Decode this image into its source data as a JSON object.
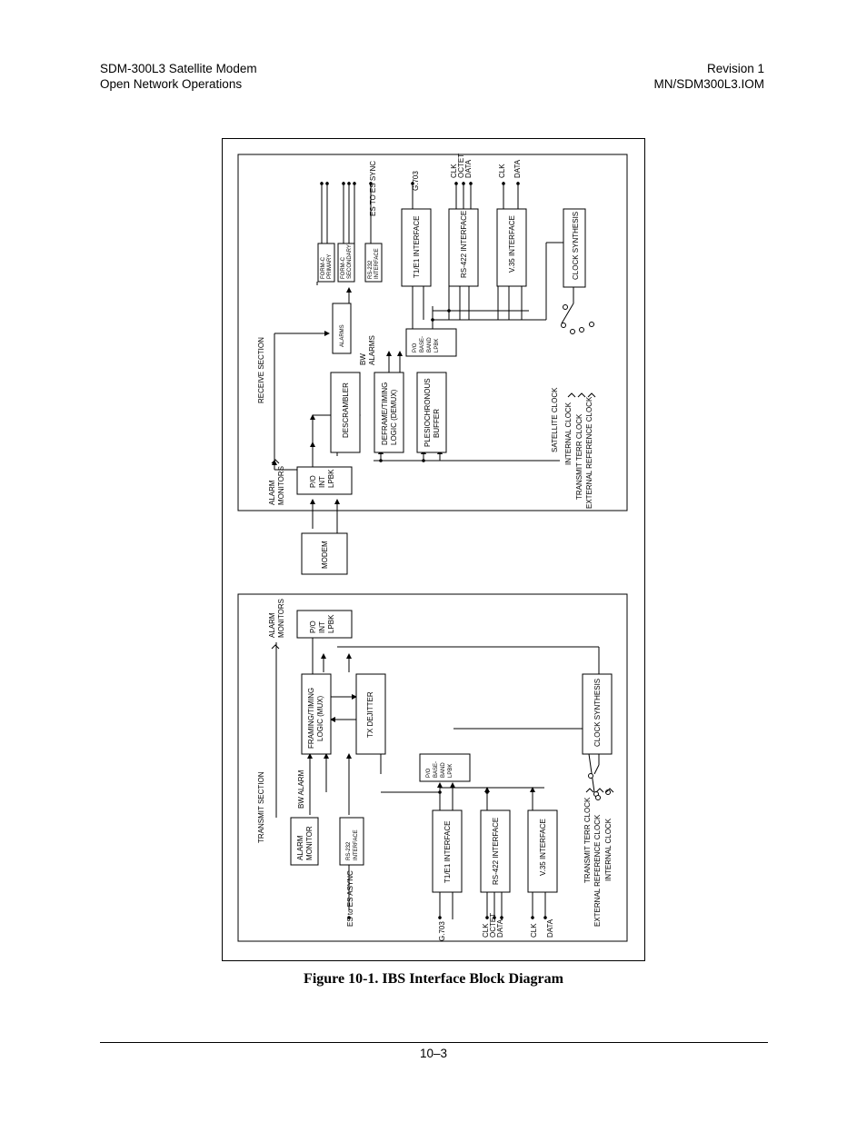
{
  "header": {
    "left_line1": "SDM-300L3 Satellite Modem",
    "left_line2": "Open Network Operations",
    "right_line1": "Revision 1",
    "right_line2": "MN/SDM300L3.IOM"
  },
  "diagram": {
    "receive_section": {
      "title": "RECEIVE SECTION",
      "alarm_monitors": [
        "ALARM",
        "MONITORS"
      ],
      "po_int_lpbk": [
        "P/O",
        "INT",
        "LPBK"
      ],
      "descrambler": "DESCRAMBLER",
      "deframe": [
        "DEFRAME/TIMING",
        "LOGIC (DEMUX)"
      ],
      "plesiochronous": [
        "PLESIOCHRONOUS",
        "BUFFER"
      ],
      "bw_alarms": [
        "BW",
        "ALARMS"
      ],
      "alarms": "ALARMS",
      "po_baseband_lpbk": [
        "P/O",
        "BASE-",
        "BAND",
        "LPBK"
      ],
      "form_c_primary": [
        "FORM-C",
        "PRIMARY"
      ],
      "form_c_secondary": [
        "FORM-C",
        "SECONDARY"
      ],
      "rs232": [
        "RS-232",
        "INTERFACE"
      ],
      "es_to_es_sync": "ES TO ES SYNC",
      "t1e1": "T1/E1 INTERFACE",
      "rs422": "RS-422 INTERFACE",
      "v35": "V.35 INTERFACE",
      "clock_synthesis": "CLOCK SYNTHESIS",
      "g703": "G.703",
      "clk_octet_data": [
        "CLK",
        "OCTET",
        "DATA"
      ],
      "clk_data": [
        "CLK",
        "DATA"
      ],
      "clocks": [
        "SATELLITE CLOCK",
        "INTERNAL CLOCK",
        "TRANSMIT TERR CLOCK",
        "EXTERNAL REFERENCE CLOCK"
      ]
    },
    "modem": "MODEM",
    "transmit_section": {
      "title": "TRANSMIT SECTION",
      "alarm_monitors": [
        "ALARM",
        "MONITORS"
      ],
      "po_int_lpbk": [
        "P/O",
        "INT",
        "LPBK"
      ],
      "framing": [
        "FRAMING/TIMING",
        "LOGIC (MUX)"
      ],
      "tx_dejitter": "TX DEJITTER",
      "clock_synthesis": "CLOCK SYNTHESIS",
      "bw_alarm": "BW ALARM",
      "po_baseband_lpbk": [
        "P/O",
        "BASE-",
        "BAND",
        "LPBK"
      ],
      "alarm_monitor": [
        "ALARM",
        "MONITOR"
      ],
      "rs232": [
        "RS-232",
        "INTERFACE"
      ],
      "es_to_es_async": "ES to ES ASYNC",
      "t1e1": "T1/E1 INTERFACE",
      "rs422": "RS-422 INTERFACE",
      "v35": "V.35 INTERFACE",
      "g703": "G.703",
      "clk_octet_data": [
        "CLK",
        "OCTET",
        "DATA"
      ],
      "clk_data": [
        "CLK",
        "DATA"
      ],
      "clocks": [
        "TRANSMIT TERR CLOCK",
        "EXTERNAL REFERENCE CLOCK",
        "INTERNAL CLOCK"
      ]
    }
  },
  "caption": "Figure 10-1.  IBS Interface Block Diagram",
  "footer": {
    "page_number": "10–3"
  }
}
